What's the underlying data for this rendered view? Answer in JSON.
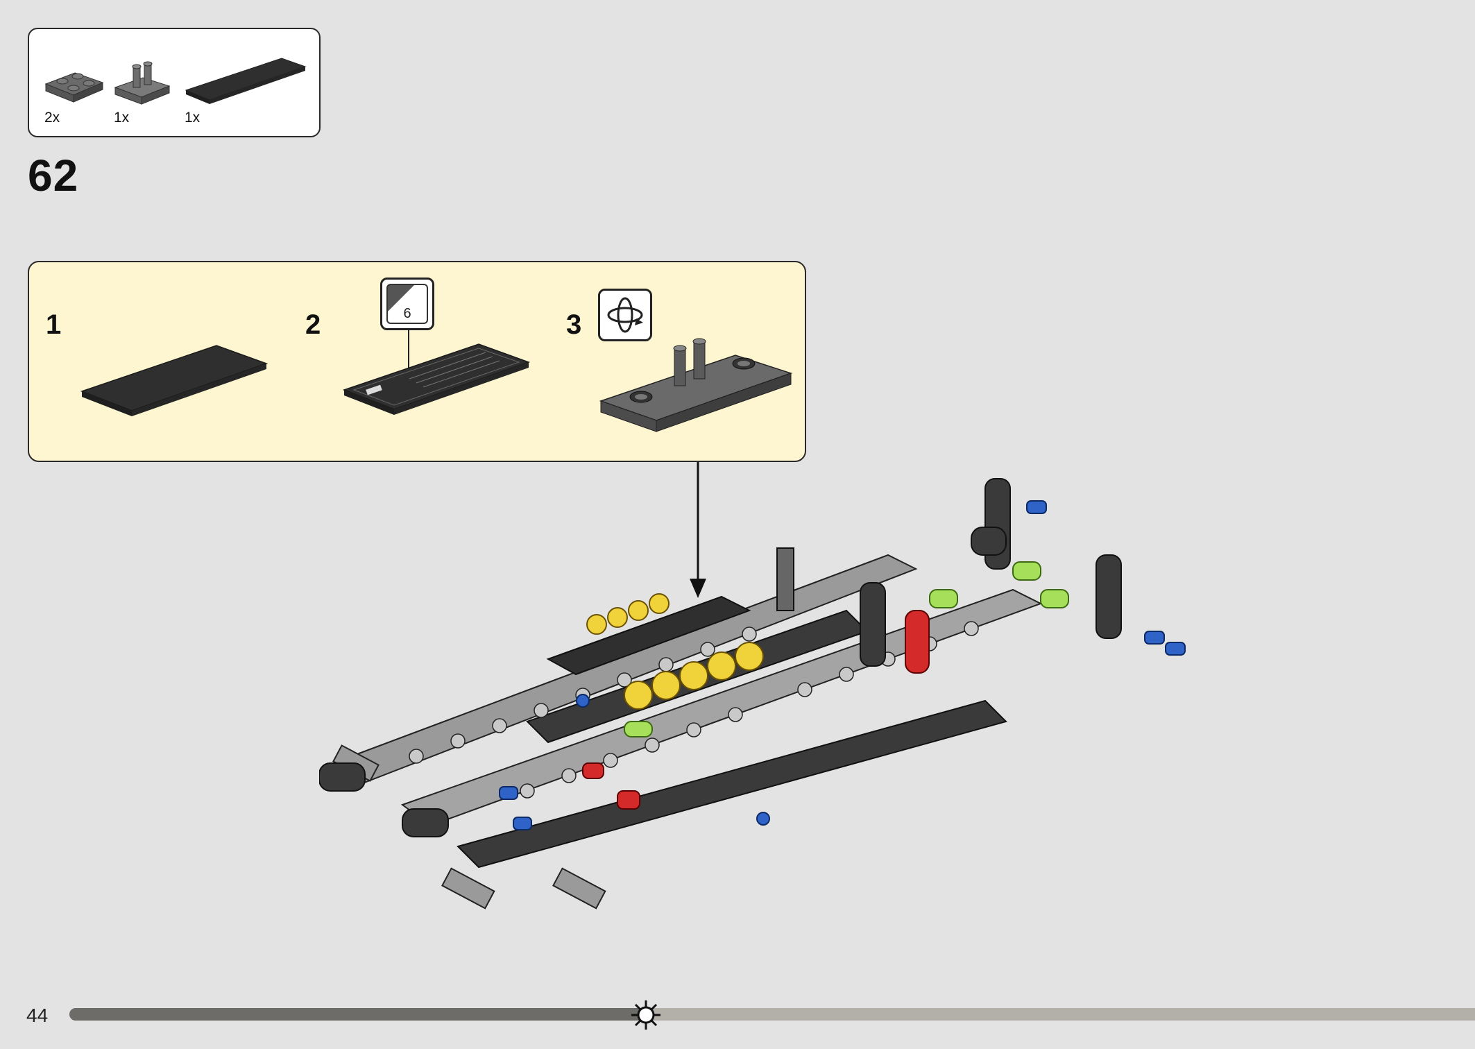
{
  "parts_list": {
    "items": [
      {
        "name": "2x2 plate",
        "qty": "2x"
      },
      {
        "name": "plate with pins",
        "qty": "1x"
      },
      {
        "name": "2x6 tile",
        "qty": "1x"
      }
    ]
  },
  "step": {
    "number": "62"
  },
  "substeps": [
    {
      "number": "1"
    },
    {
      "number": "2",
      "sticker_number": "6"
    },
    {
      "number": "3"
    }
  ],
  "footer": {
    "page_number": "44",
    "progress": 0.41
  },
  "colors": {
    "background": "#e3e3e3",
    "substep_bg": "#fdf6d0",
    "progress_fill": "#6e6c68",
    "progress_track": "#b3b0a9"
  }
}
